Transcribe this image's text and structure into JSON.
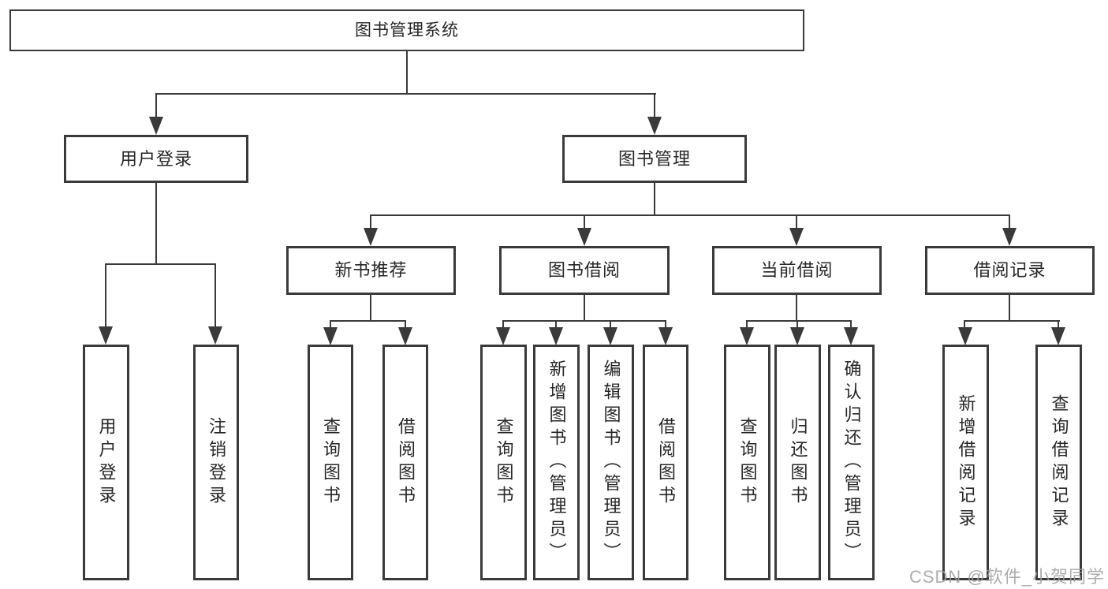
{
  "colors": {
    "line": "#3a3a3a",
    "text": "#262626",
    "watermark_color": "#9e9e9e"
  },
  "tree": {
    "root": {
      "label": "图书管理系统",
      "children": [
        {
          "label": "用户登录",
          "children": [
            {
              "label": "用户登录"
            },
            {
              "label": "注销登录"
            }
          ]
        },
        {
          "label": "图书管理",
          "children": [
            {
              "label": "新书推荐",
              "children": [
                {
                  "label": "查询图书"
                },
                {
                  "label": "借阅图书"
                }
              ]
            },
            {
              "label": "图书借阅",
              "children": [
                {
                  "label": "查询图书"
                },
                {
                  "label": "新增图书（管理员）"
                },
                {
                  "label": "编辑图书（管理员）"
                },
                {
                  "label": "借阅图书"
                }
              ]
            },
            {
              "label": "当前借阅",
              "children": [
                {
                  "label": "查询图书"
                },
                {
                  "label": "归还图书"
                },
                {
                  "label": "确认归还（管理员）"
                }
              ]
            },
            {
              "label": "借阅记录",
              "children": [
                {
                  "label": "新增借阅记录"
                },
                {
                  "label": "查询借阅记录"
                }
              ]
            }
          ]
        }
      ]
    }
  },
  "watermark": {
    "text": "CSDN @软件_小贺同学"
  }
}
